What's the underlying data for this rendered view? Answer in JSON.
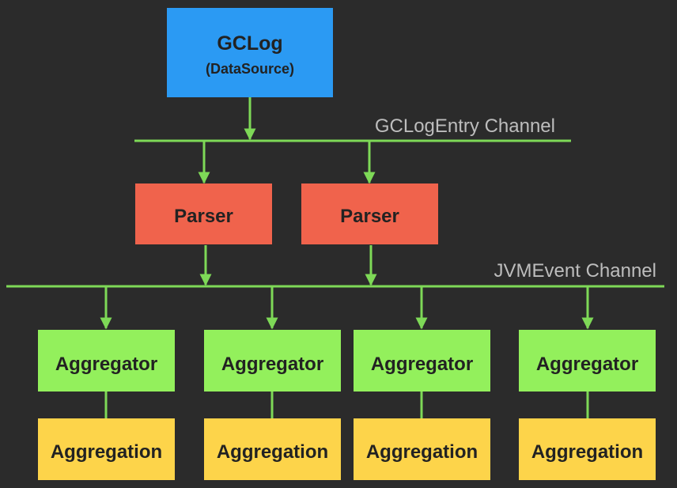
{
  "colors": {
    "background": "#2b2b2b",
    "connector": "#7ed957",
    "datasource": "#2b9af3",
    "parser": "#f0634c",
    "aggregator": "#93f05c",
    "aggregation": "#fdd44a",
    "channel_text": "#bdbdbd",
    "node_text": "#222222"
  },
  "datasource": {
    "title": "GCLog",
    "subtitle": "(DataSource)"
  },
  "channels": {
    "gclog_entry": "GCLogEntry Channel",
    "jvm_event": "JVMEvent Channel"
  },
  "parsers": [
    "Parser",
    "Parser"
  ],
  "aggregators": [
    "Aggregator",
    "Aggregator",
    "Aggregator",
    "Aggregator"
  ],
  "aggregations": [
    "Aggregation",
    "Aggregation",
    "Aggregation",
    "Aggregation"
  ]
}
